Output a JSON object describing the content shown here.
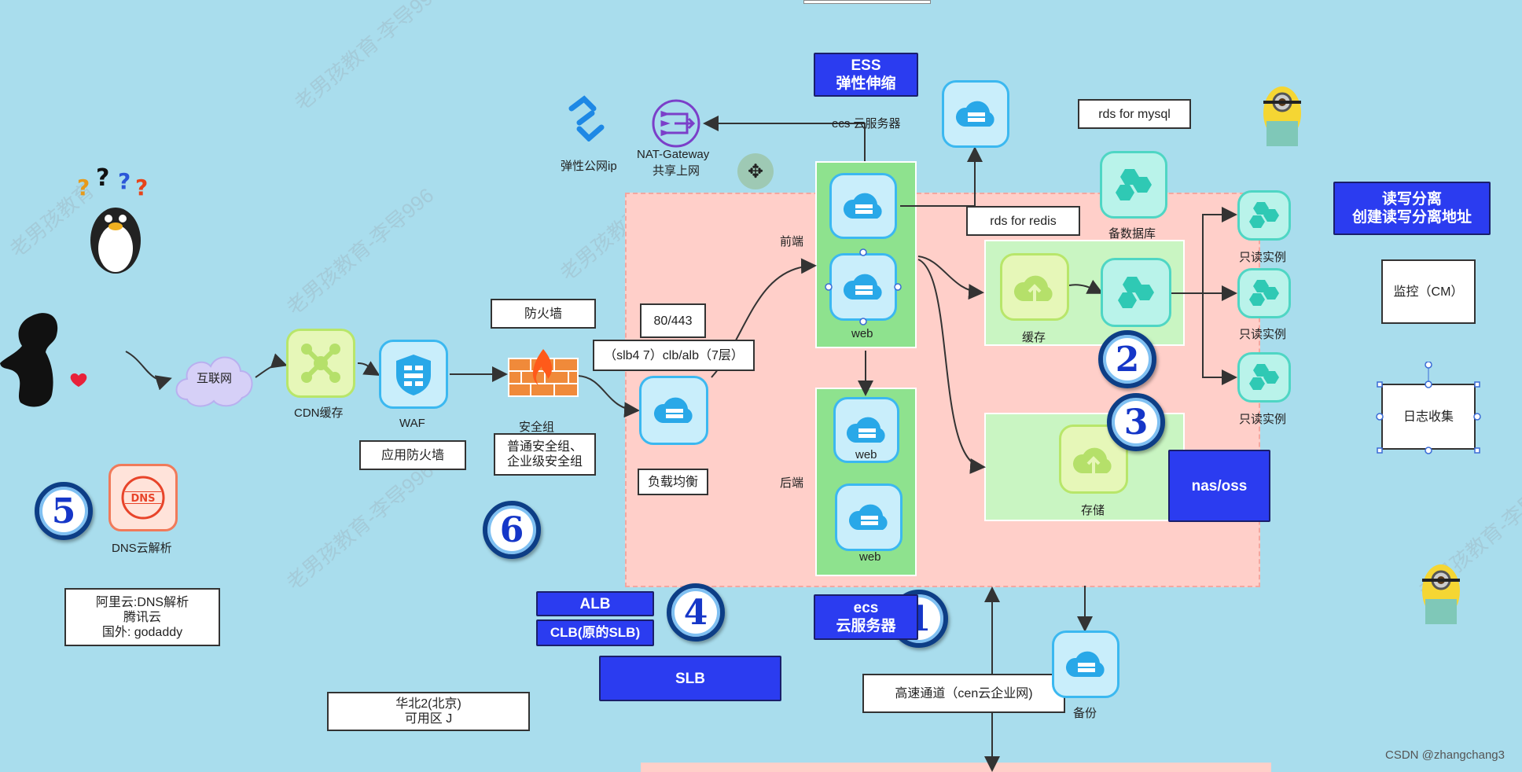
{
  "labels": {
    "ess_title": "ESS",
    "ess_sub": "弹性伸缩",
    "ecs_cloud_server_top": "ecs 云服务器",
    "eip": "弹性公网ip",
    "nat_title": "NAT-Gateway",
    "nat_sub": "共享上网",
    "rds_mysql": "rds for mysql",
    "rds_redis": "rds for redis",
    "backup_db": "备数据库",
    "read_instance": "只读实例",
    "rw_split_title": "读写分离",
    "rw_split_sub": "创建读写分离地址",
    "monitor": "监控（CM）",
    "log_collect": "日志收集",
    "frontend": "前端",
    "backend": "后端",
    "web": "web",
    "cache": "缓存",
    "storage": "存储",
    "nas_oss": "nas/oss",
    "internet": "互联网",
    "cdn": "CDN缓存",
    "waf": "WAF",
    "waf_box": "应用防火墙",
    "firewall_box": "防火墙",
    "security_group": "安全组",
    "security_group_box_1": "普通安全组、",
    "security_group_box_2": "企业级安全组",
    "port": "80/443",
    "slb_layers": "（slb4 7）clb/alb（7层）",
    "lb_label": "负载均衡",
    "dns_label": "DNS云解析",
    "dns_box_1": "阿里云:DNS解析",
    "dns_box_2": "腾讯云",
    "dns_box_3": "国外: godaddy",
    "alb": "ALB",
    "clb": "CLB(原的SLB)",
    "slb": "SLB",
    "ecs_title": "ecs",
    "ecs_sub": "云服务器",
    "region_1": "华北2(北京)",
    "region_2": "可用区 J",
    "cen": "高速通道（cen云企业网)",
    "backup": "备份",
    "footer": "CSDN @zhangchang3"
  },
  "badges": {
    "b1": "1",
    "b2": "2",
    "b3": "3",
    "b4": "4",
    "b5": "5",
    "b6": "6"
  },
  "colors": {
    "background": "#a9dded",
    "zone": "#ffcfc9",
    "web_panel": "#8ee28e",
    "sub_panel": "#c9f5c2",
    "accent_blue": "#2b3cf0"
  }
}
